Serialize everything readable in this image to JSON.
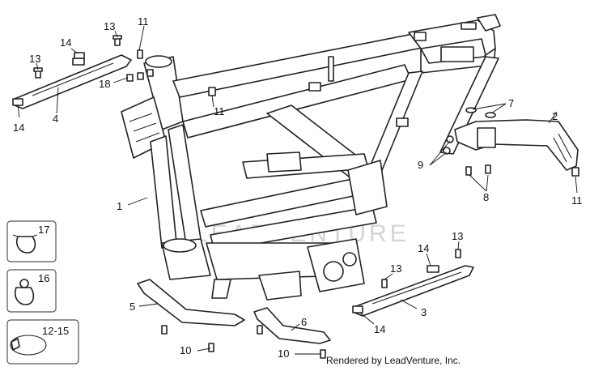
{
  "diagram": {
    "watermark": "LEADVENTURE",
    "credit": "Rendered by LeadVenture, Inc.",
    "callouts": {
      "c1": "1",
      "c2": "2",
      "c3": "3",
      "c4": "4",
      "c5": "5",
      "c6": "6",
      "c7": "7",
      "c8": "8",
      "c9": "9",
      "c10a": "10",
      "c10b": "10",
      "c11a": "11",
      "c11b": "11",
      "c11c": "11",
      "c13a": "13",
      "c13b": "13",
      "c13c": "13",
      "c13d": "13",
      "c14a": "14",
      "c14b": "14",
      "c14c": "14",
      "c14d": "14",
      "c18": "18"
    },
    "insets": [
      {
        "label": "17"
      },
      {
        "label": "16"
      },
      {
        "label": "12-15"
      }
    ]
  }
}
